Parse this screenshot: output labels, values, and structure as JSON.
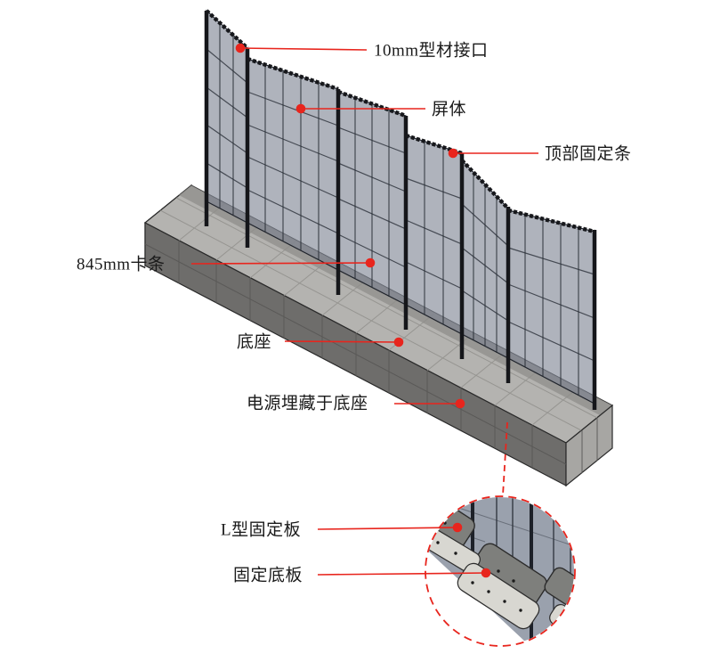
{
  "annotations": {
    "profile_joint": "10mm型材接口",
    "screen_body": "屏体",
    "top_fixing_strip": "顶部固定条",
    "clip_strip": "845mm卡条",
    "base": "底座",
    "power_in_base": "电源埋藏于底座",
    "l_fixing_plate": "L型固定板",
    "fixing_base_plate": "固定底板"
  },
  "colors": {
    "annotation_red": "#e8251d",
    "panel_gray": "#79808f",
    "base_top": "#b4b3b0",
    "base_front": "#6e6d6b",
    "bg": "#ffffff"
  }
}
